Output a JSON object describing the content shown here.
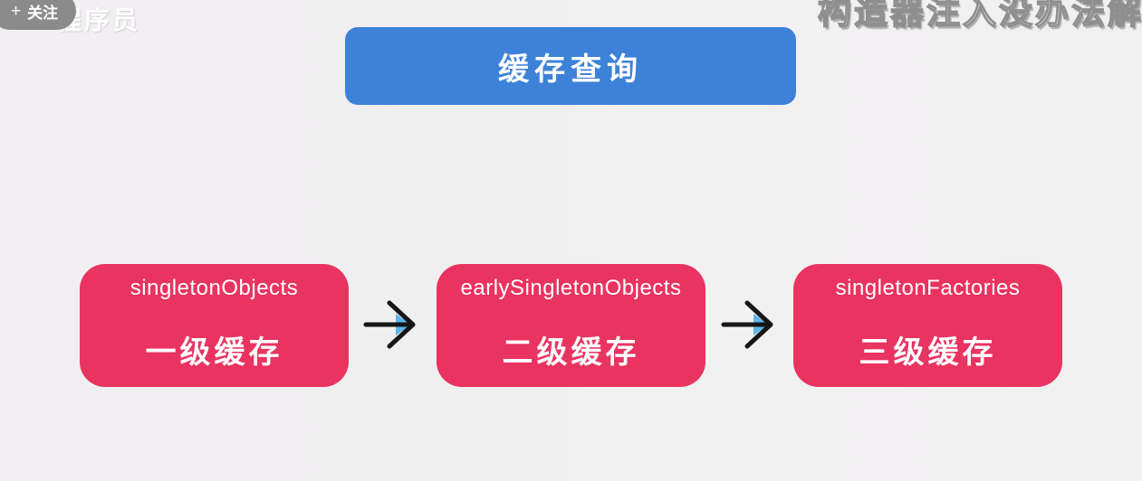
{
  "overlay": {
    "follow_button": {
      "plus": "+",
      "label": "关注"
    },
    "watermark": "程序员",
    "top_caption": "构造器注入没办法解"
  },
  "diagram": {
    "title": "缓存查询",
    "nodes": [
      {
        "code": "singletonObjects",
        "label": "一级缓存"
      },
      {
        "code": "earlySingletonObjects",
        "label": "二级缓存"
      },
      {
        "code": "singletonFactories",
        "label": "三级缓存"
      }
    ],
    "arrow_count": 2
  },
  "colors": {
    "background": "#f0eff0",
    "title_node_bg": "#3d82d8",
    "cache_node_bg": "#e93360",
    "node_text": "#ffffff",
    "arrow_stroke": "#161616",
    "arrow_accent": "#5cb5e9",
    "follow_pill_bg": "#8b8b8b"
  }
}
